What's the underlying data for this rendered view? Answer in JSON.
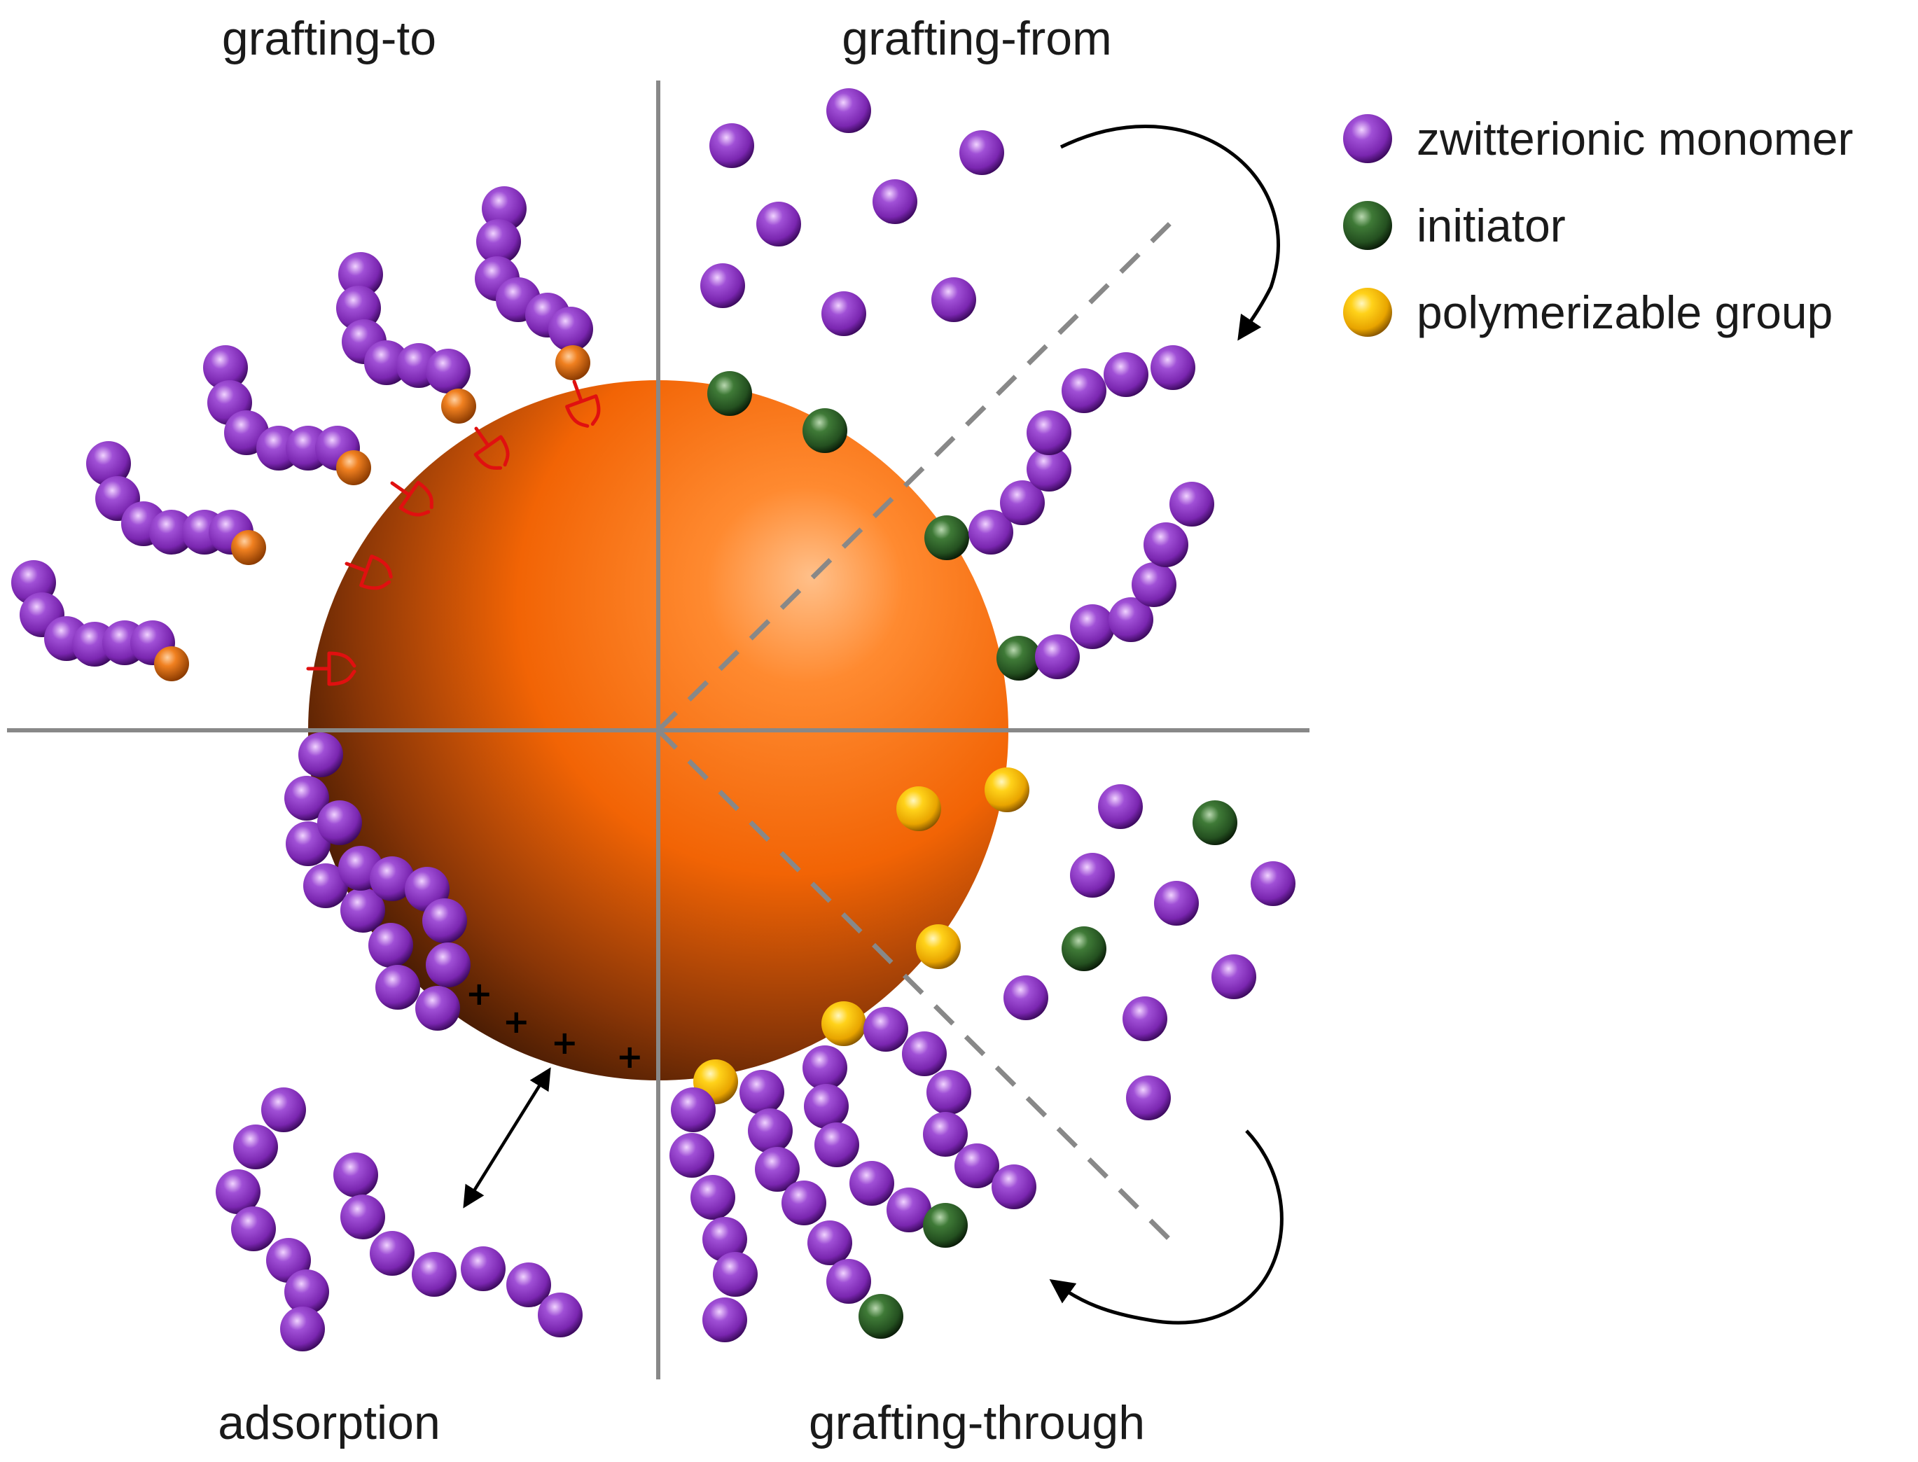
{
  "labels": {
    "grafting_to": "grafting-to",
    "grafting_from": "grafting-from",
    "adsorption": "adsorption",
    "grafting_through": "grafting-through"
  },
  "legend": [
    {
      "label": "zwitterionic monomer",
      "color": "#8e3bbf",
      "icon": "purple-sphere"
    },
    {
      "label": "initiator",
      "color": "#2d5e27",
      "icon": "green-sphere"
    },
    {
      "label": "polymerizable group",
      "color": "#f4b400",
      "icon": "yellow-sphere"
    }
  ],
  "charges": [
    "+",
    "+",
    "+",
    "+"
  ],
  "colors": {
    "nanoparticle": "#ff6a00",
    "monomer": "#8e3bbf",
    "initiator": "#2d5e27",
    "polymerizable_group": "#f4b400",
    "end_group": "#e86a10",
    "anchor": "#e01010",
    "divider": "#888888"
  }
}
